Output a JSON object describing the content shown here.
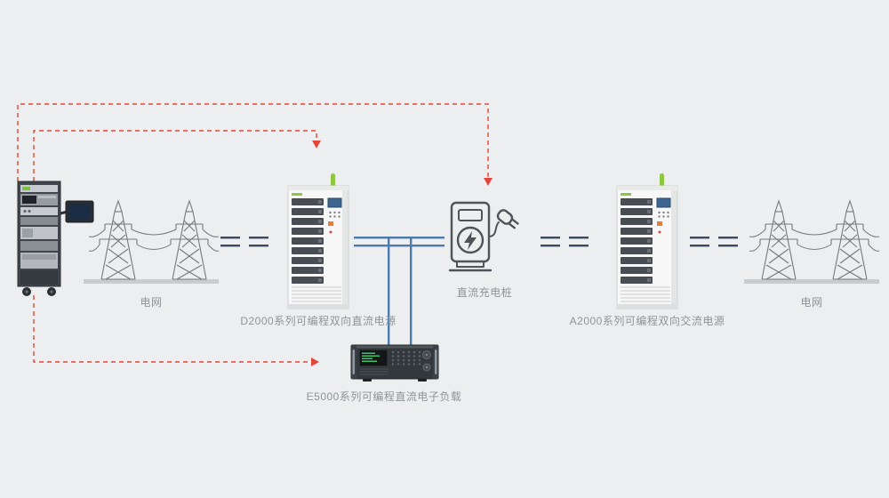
{
  "labels": {
    "grid_left": "电网",
    "dc_source": "D2000系列可编程双向直流电源",
    "dc_charger": "直流充电桩",
    "ac_source": "A2000系列可编程双向交流电源",
    "grid_right": "电网",
    "dc_load": "E5000系列可编程直流电子负载"
  },
  "colors": {
    "background": "#eceef0",
    "dashed_signal_red": "#e2463b",
    "bus_blue": "#4d79ad",
    "bus_dark": "#3a4a5c",
    "accent_green": "#8dc63f",
    "label_gray": "#8f9499"
  }
}
